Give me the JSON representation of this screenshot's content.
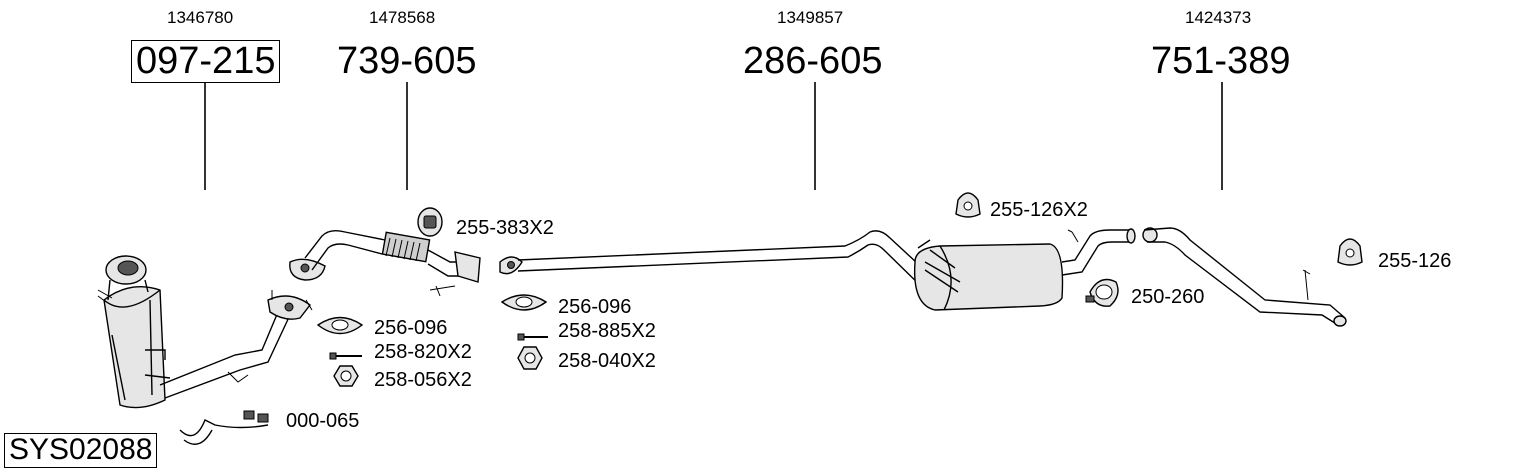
{
  "system_code": "SYS02088",
  "parts": [
    {
      "oe": "1346780",
      "number": "097-215",
      "boxed": true
    },
    {
      "oe": "1478568",
      "number": "739-605",
      "boxed": false
    },
    {
      "oe": "1349857",
      "number": "286-605",
      "boxed": false
    },
    {
      "oe": "1424373",
      "number": "751-389",
      "boxed": false
    }
  ],
  "accessories": {
    "rubber_mount_front": "255-383X2",
    "gasket_a": "256-096",
    "bolt_a": "258-820X2",
    "nut_a": "258-056X2",
    "sensor": "000-065",
    "gasket_b": "256-096",
    "bolt_b": "258-885X2",
    "nut_b": "258-040X2",
    "rubber_mount_mid": "255-126X2",
    "clamp": "250-260",
    "rubber_mount_rear": "255-126"
  }
}
